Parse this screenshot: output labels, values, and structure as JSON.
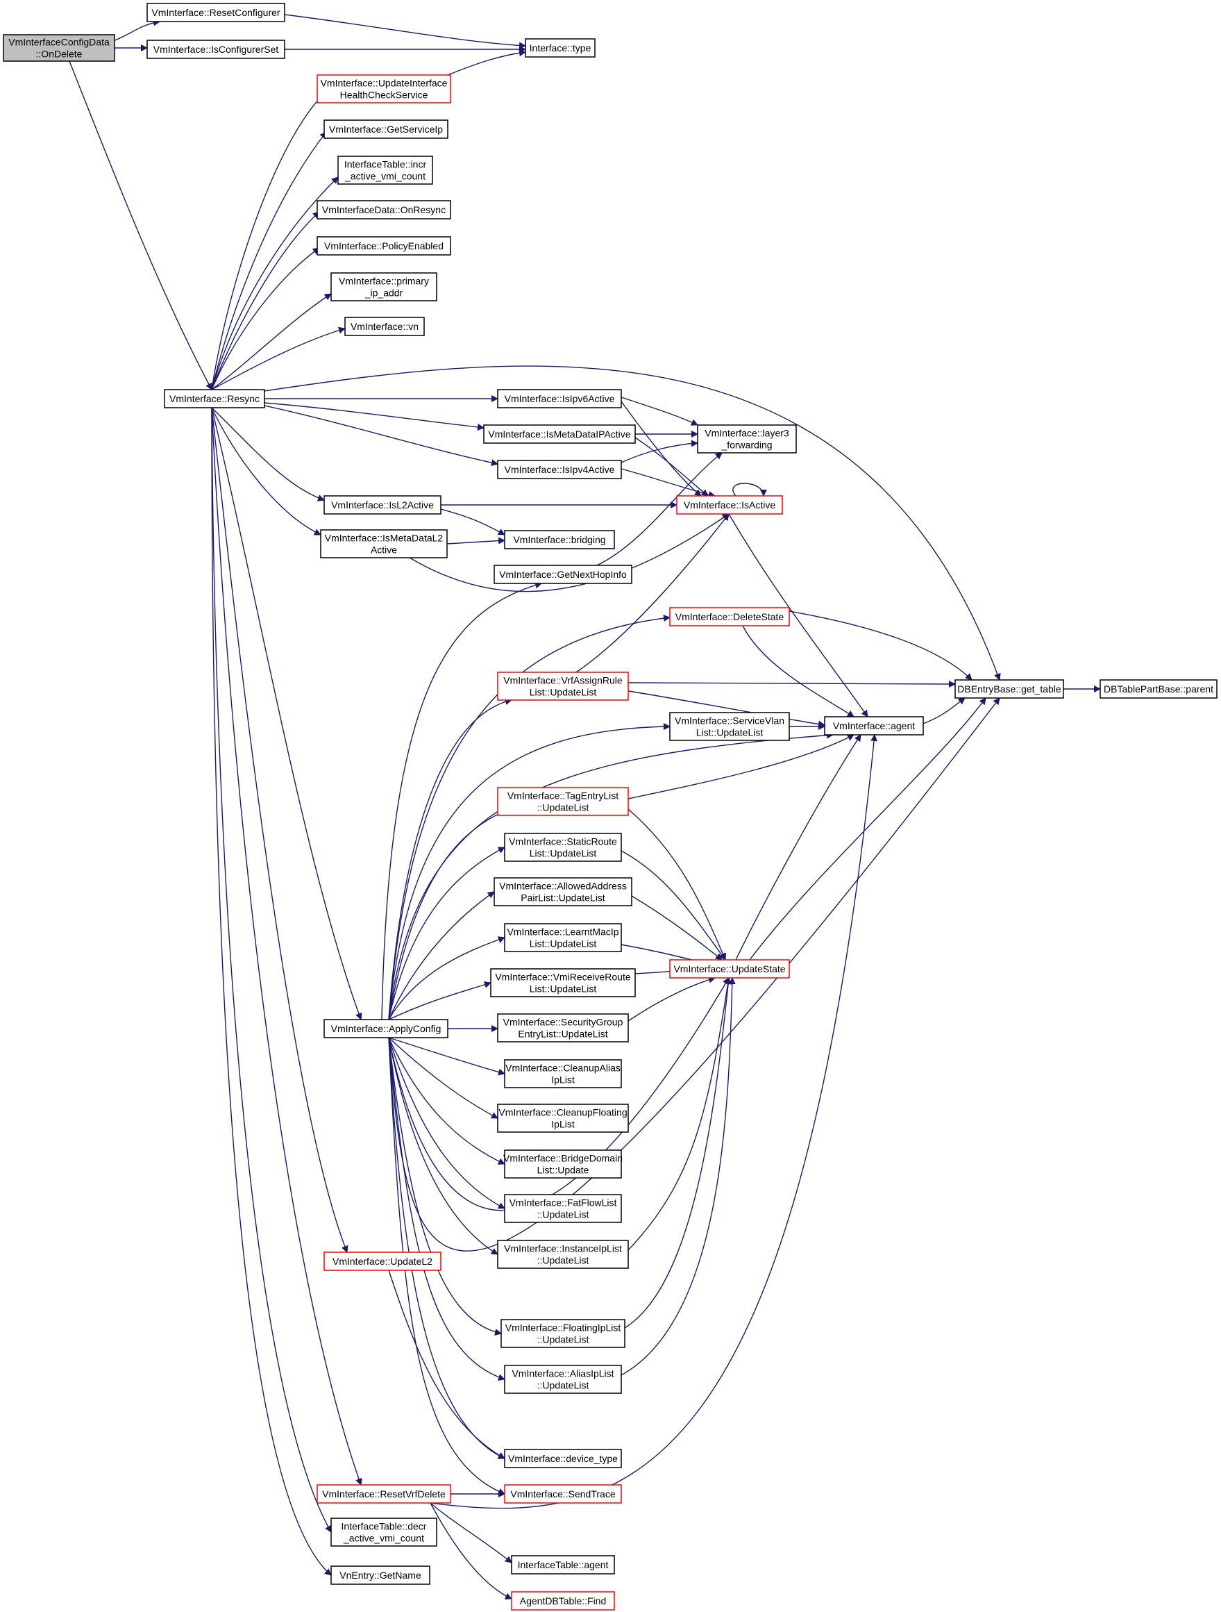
{
  "colors": {
    "edge": "#191970",
    "node_border": "#000000",
    "incomplete_border": "#ff0000",
    "root_fill": "#bfbfbf",
    "node_fill": "#ffffff"
  },
  "nodes": [
    {
      "id": "n0",
      "lines": [
        "VmInterfaceConfigData",
        "::OnDelete"
      ],
      "red": false,
      "root": true
    },
    {
      "id": "n1",
      "lines": [
        "VmInterface::ResetConfigurer"
      ],
      "red": false
    },
    {
      "id": "n2",
      "lines": [
        "VmInterface::IsConfigurerSet"
      ],
      "red": false
    },
    {
      "id": "n3",
      "lines": [
        "Interface::type"
      ],
      "red": false
    },
    {
      "id": "n4",
      "lines": [
        "VmInterface::UpdateInterface",
        "HealthCheckService"
      ],
      "red": true
    },
    {
      "id": "n5",
      "lines": [
        "VmInterface::GetServiceIp"
      ],
      "red": false
    },
    {
      "id": "n6",
      "lines": [
        "InterfaceTable::incr",
        "_active_vmi_count"
      ],
      "red": false
    },
    {
      "id": "n7",
      "lines": [
        "VmInterfaceData::OnResync"
      ],
      "red": false
    },
    {
      "id": "n8",
      "lines": [
        "VmInterface::PolicyEnabled"
      ],
      "red": false
    },
    {
      "id": "n9",
      "lines": [
        "VmInterface::primary",
        "_ip_addr"
      ],
      "red": false
    },
    {
      "id": "n10",
      "lines": [
        "VmInterface::vn"
      ],
      "red": false
    },
    {
      "id": "n11",
      "lines": [
        "VmInterface::Resync"
      ],
      "red": false
    },
    {
      "id": "n12",
      "lines": [
        "VmInterface::IsIpv6Active"
      ],
      "red": false
    },
    {
      "id": "n13",
      "lines": [
        "VmInterface::IsMetaDataIPActive"
      ],
      "red": false
    },
    {
      "id": "n14",
      "lines": [
        "VmInterface::layer3",
        "_forwarding"
      ],
      "red": false
    },
    {
      "id": "n15",
      "lines": [
        "VmInterface::IsIpv4Active"
      ],
      "red": false
    },
    {
      "id": "n16",
      "lines": [
        "VmInterface::IsL2Active"
      ],
      "red": false
    },
    {
      "id": "n17",
      "lines": [
        "VmInterface::IsActive"
      ],
      "red": true
    },
    {
      "id": "n18",
      "lines": [
        "VmInterface::IsMetaDataL2",
        "Active"
      ],
      "red": false
    },
    {
      "id": "n19",
      "lines": [
        "VmInterface::bridging"
      ],
      "red": false
    },
    {
      "id": "n20",
      "lines": [
        "VmInterface::GetNextHopInfo"
      ],
      "red": false
    },
    {
      "id": "n21",
      "lines": [
        "VmInterface::DeleteState"
      ],
      "red": true
    },
    {
      "id": "n22",
      "lines": [
        "VmInterface::VrfAssignRule",
        "List::UpdateList"
      ],
      "red": true
    },
    {
      "id": "n23",
      "lines": [
        "DBEntryBase::get_table"
      ],
      "red": false
    },
    {
      "id": "n24",
      "lines": [
        "DBTablePartBase::parent"
      ],
      "red": false
    },
    {
      "id": "n25",
      "lines": [
        "VmInterface::ServiceVlan",
        "List::UpdateList"
      ],
      "red": false
    },
    {
      "id": "n26",
      "lines": [
        "VmInterface::agent"
      ],
      "red": false
    },
    {
      "id": "n27",
      "lines": [
        "VmInterface::TagEntryList",
        "::UpdateList"
      ],
      "red": true
    },
    {
      "id": "n28",
      "lines": [
        "VmInterface::StaticRoute",
        "List::UpdateList"
      ],
      "red": false
    },
    {
      "id": "n29",
      "lines": [
        "VmInterface::AllowedAddress",
        "PairList::UpdateList"
      ],
      "red": false
    },
    {
      "id": "n30",
      "lines": [
        "VmInterface::LearntMacIp",
        "List::UpdateList"
      ],
      "red": false
    },
    {
      "id": "n31",
      "lines": [
        "VmInterface::UpdateState"
      ],
      "red": true
    },
    {
      "id": "n32",
      "lines": [
        "VmInterface::VmiReceiveRoute",
        "List::UpdateList"
      ],
      "red": false
    },
    {
      "id": "n33",
      "lines": [
        "VmInterface::ApplyConfig"
      ],
      "red": false
    },
    {
      "id": "n34",
      "lines": [
        "VmInterface::SecurityGroup",
        "EntryList::UpdateList"
      ],
      "red": false
    },
    {
      "id": "n35",
      "lines": [
        "VmInterface::CleanupAlias",
        "IpList"
      ],
      "red": false
    },
    {
      "id": "n36",
      "lines": [
        "VmInterface::CleanupFloating",
        "IpList"
      ],
      "red": false
    },
    {
      "id": "n37",
      "lines": [
        "VmInterface::BridgeDomain",
        "List::Update"
      ],
      "red": false
    },
    {
      "id": "n38",
      "lines": [
        "VmInterface::FatFlowList",
        "::UpdateList"
      ],
      "red": false
    },
    {
      "id": "n39",
      "lines": [
        "VmInterface::UpdateL2"
      ],
      "red": true
    },
    {
      "id": "n40",
      "lines": [
        "VmInterface::InstanceIpList",
        "::UpdateList"
      ],
      "red": false
    },
    {
      "id": "n41",
      "lines": [
        "VmInterface::FloatingIpList",
        "::UpdateList"
      ],
      "red": false
    },
    {
      "id": "n42",
      "lines": [
        "VmInterface::AliasIpList",
        "::UpdateList"
      ],
      "red": false
    },
    {
      "id": "n43",
      "lines": [
        "VmInterface::device_type"
      ],
      "red": false
    },
    {
      "id": "n44",
      "lines": [
        "VmInterface::ResetVrfDelete"
      ],
      "red": true
    },
    {
      "id": "n45",
      "lines": [
        "VmInterface::SendTrace"
      ],
      "red": true
    },
    {
      "id": "n46",
      "lines": [
        "InterfaceTable::decr",
        "_active_vmi_count"
      ],
      "red": false
    },
    {
      "id": "n47",
      "lines": [
        "InterfaceTable::agent"
      ],
      "red": false
    },
    {
      "id": "n48",
      "lines": [
        "VnEntry::GetName"
      ],
      "red": false
    },
    {
      "id": "n49",
      "lines": [
        "AgentDBTable::Find"
      ],
      "red": true
    }
  ]
}
